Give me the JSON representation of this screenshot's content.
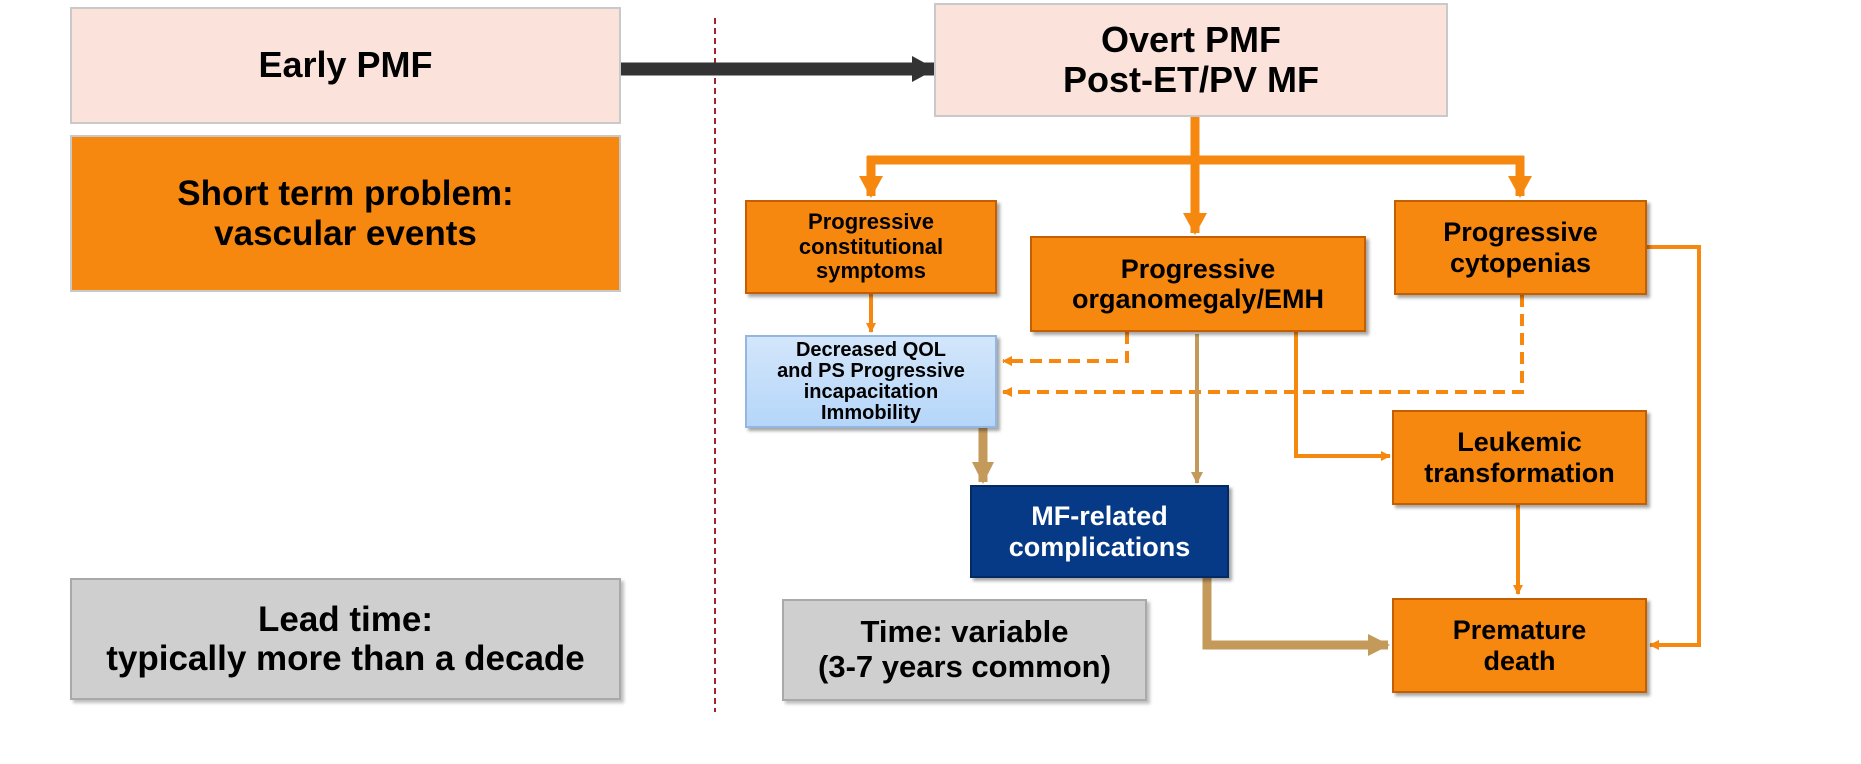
{
  "boxes": {
    "early_pmf": {
      "lines": [
        "Early PMF"
      ]
    },
    "short_term": {
      "lines": [
        "Short term problem:",
        "vascular events"
      ]
    },
    "lead_time": {
      "lines": [
        "Lead time:",
        "typically more than a decade"
      ]
    },
    "overt_pmf": {
      "lines": [
        "Overt PMF",
        "Post-ET/PV MF"
      ]
    },
    "constitutional": {
      "lines": [
        "Progressive",
        "constitutional",
        "symptoms"
      ]
    },
    "organomegaly": {
      "lines": [
        "Progressive",
        "organomegaly/EMH"
      ]
    },
    "cytopenias": {
      "lines": [
        "Progressive",
        "cytopenias"
      ]
    },
    "decreased_qol": {
      "lines": [
        "Decreased QOL",
        "and PS Progressive",
        "incapacitation",
        "Immobility"
      ]
    },
    "leukemic": {
      "lines": [
        "Leukemic",
        "transformation"
      ]
    },
    "mf_complications": {
      "lines": [
        "MF-related",
        "complications"
      ]
    },
    "time_variable": {
      "lines": [
        "Time: variable",
        "(3-7 years common)"
      ]
    },
    "premature_death": {
      "lines": [
        "Premature",
        "death"
      ]
    }
  },
  "colors": {
    "orange": "#f7880f",
    "tan": "#c49a5a",
    "dark_arrow": "#333333",
    "divider": "#a0262e",
    "navy": "#063a86",
    "light_blue": "#c3ddf9",
    "light_pink": "#fbe3dc",
    "grey": "#cfcfcf"
  }
}
